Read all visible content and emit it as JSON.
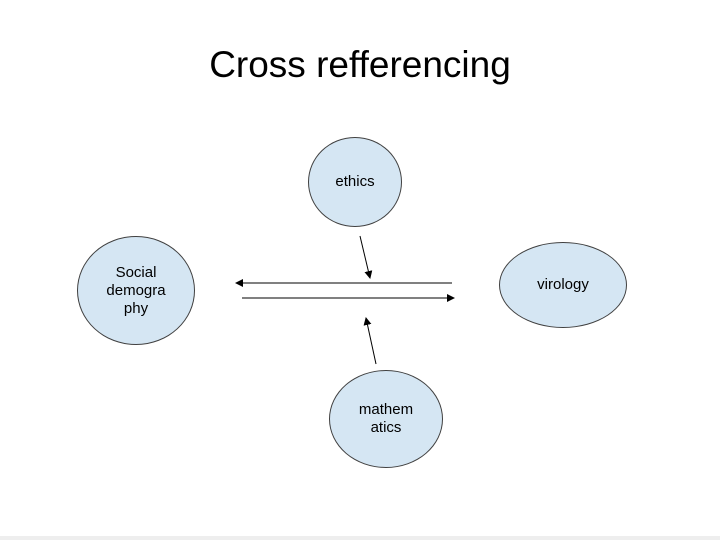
{
  "slide": {
    "title": "Cross refferencing"
  },
  "colors": {
    "node_fill": "#d5e6f3",
    "node_stroke": "#404040",
    "arrow": "#000000"
  },
  "nodes": {
    "ethics": "ethics",
    "social": "Social\ndemogra\nphy",
    "virology": "virology",
    "mathematics": "mathem\natics"
  }
}
